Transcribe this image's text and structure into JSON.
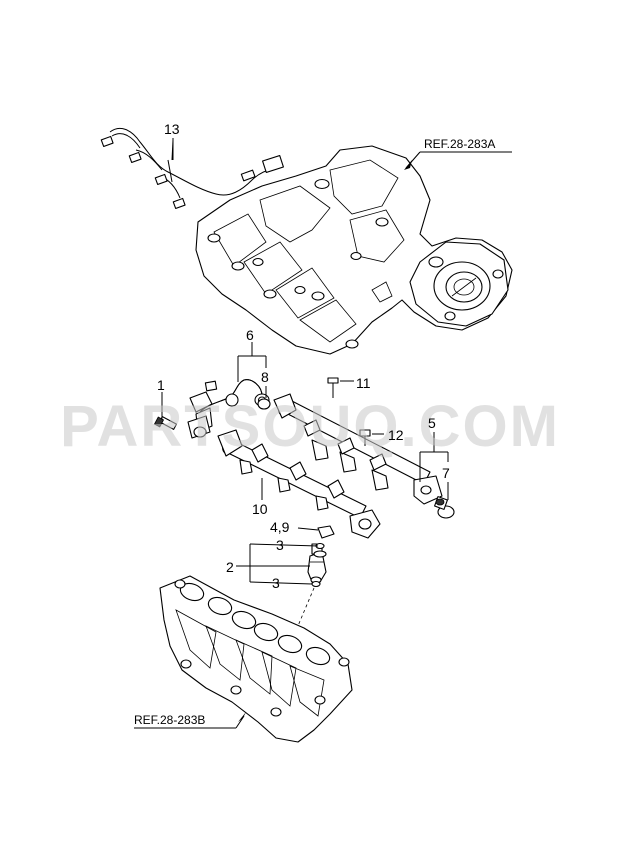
{
  "watermark": "PARTSOUQ.COM",
  "references": {
    "upper": "REF.28-283A",
    "lower": "REF.28-283B"
  },
  "callouts": {
    "c1": "1",
    "c2": "2",
    "c3a": "3",
    "c3b": "3",
    "c49": "4,9",
    "c5": "5",
    "c6": "6",
    "c7": "7",
    "c8": "8",
    "c10": "10",
    "c11": "11",
    "c12": "12",
    "c13": "13"
  }
}
